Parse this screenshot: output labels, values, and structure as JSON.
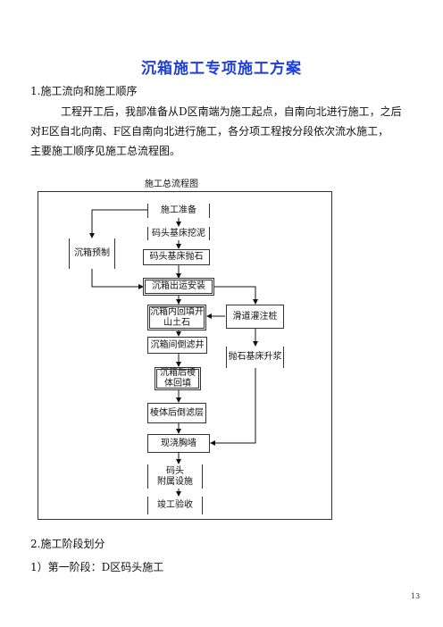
{
  "document": {
    "title": "沉箱施工专项施工方案",
    "section1": "1.施工流向和施工顺序",
    "paragraph": [
      "工程开工后，我部准备从D区南端为施工起点，自南向北进行施工，之后",
      "对E区自北向南、F区自南向北进行施工，各分项工程按分段依次流水施工，",
      "主要施工顺序见施工总流程图。"
    ],
    "chart_caption": "施工总流程图",
    "section2": "2.施工阶段划分",
    "subsection": "1）第一阶段：D区码头施工",
    "page_number": "13"
  },
  "flowchart": {
    "prep": "施工准备",
    "dredge": "码头基床挖泥",
    "riprap": "码头基床抛石",
    "prefab": "沉箱预制",
    "install": "沉箱出运安装",
    "fill_line1": "沉箱内回填开",
    "fill_line2": "山土石",
    "filter": "沉箱间倒滤井",
    "backfill_line1": "沉箱后棱",
    "backfill_line2": "体回填",
    "filter_layer": "棱体后倒滤层",
    "piles": "滑道灌注桩",
    "grout": "抛石基床升浆",
    "wall": "现浇胸墙",
    "aux_line1": "码头",
    "aux_line2": "附属设施",
    "accept": "竣工验收"
  }
}
